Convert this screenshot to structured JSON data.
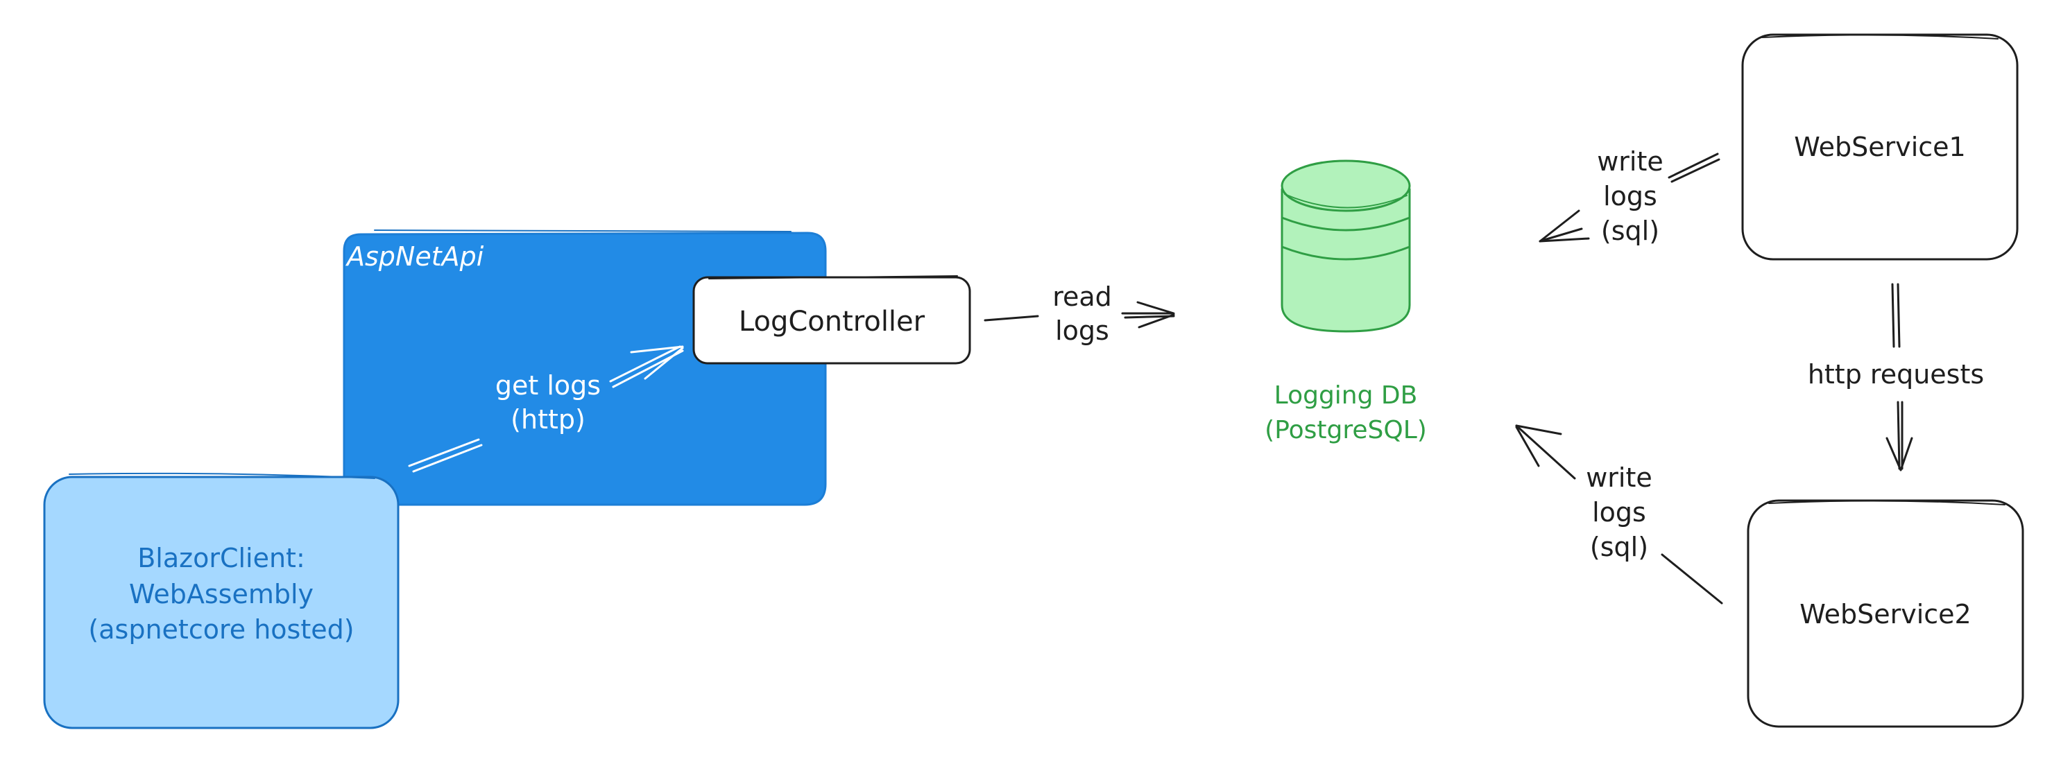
{
  "nodes": {
    "aspnetapi": {
      "title": "AspNetApi",
      "fill": "#228be6"
    },
    "logcontroller": {
      "label": "LogController"
    },
    "blazorclient": {
      "line1": "BlazorClient:",
      "line2": "WebAssembly",
      "line3": "(aspnetcore hosted)",
      "fill": "#a5d8ff",
      "text_color": "#1971c2"
    },
    "database": {
      "line1": "Logging DB",
      "line2": "(PostgreSQL)",
      "fill": "#b2f2bb",
      "stroke": "#2f9e44"
    },
    "webservice1": {
      "label": "WebService1"
    },
    "webservice2": {
      "label": "WebService2"
    }
  },
  "edges": {
    "get_logs": {
      "line1": "get logs",
      "line2": "(http)"
    },
    "read_logs": {
      "line1": "read",
      "line2": "logs"
    },
    "write_logs_1": {
      "line1": "write",
      "line2": "logs",
      "line3": "(sql)"
    },
    "write_logs_2": {
      "line1": "write",
      "line2": "logs",
      "line3": "(sql)"
    },
    "http_requests": {
      "label": "http requests"
    }
  }
}
